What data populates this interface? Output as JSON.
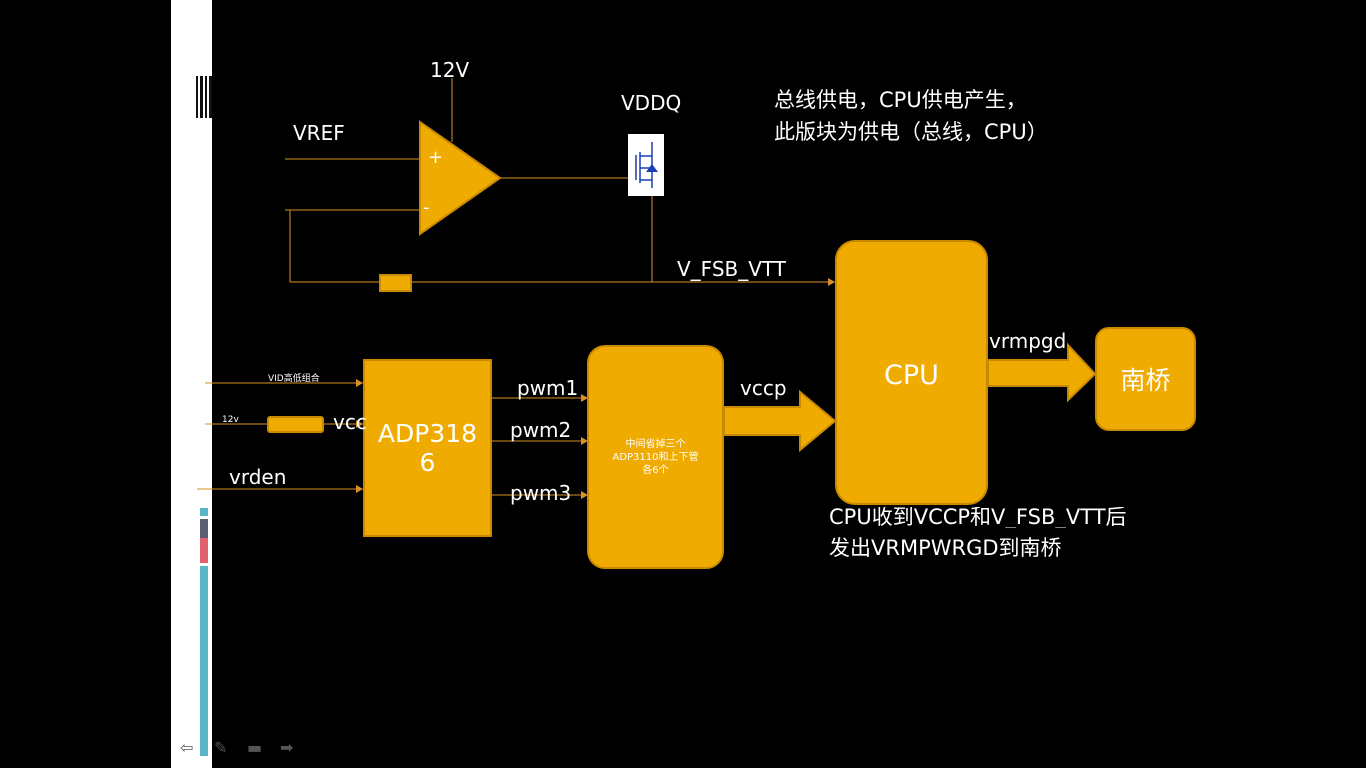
{
  "slide": {
    "title_text": [
      "总线供电，CPU供电产生，",
      "此版块为供电（总线，CPU）"
    ],
    "note_text": [
      "CPU收到VCCP和V_FSB_VTT后",
      "发出VRMPWRGD到南桥"
    ]
  },
  "labels": {
    "v12_top": "12V",
    "vddq": "VDDQ",
    "vref": "VREF",
    "opamp_plus": "+",
    "opamp_minus": "-",
    "v_fsb_vtt": "V_FSB_VTT",
    "vid": "VID高低组合",
    "v12_small": "12v",
    "vcc": "vcc",
    "vrden": "vrden",
    "pwm1": "pwm1",
    "pwm2": "pwm2",
    "pwm3": "pwm3",
    "vccp": "vccp",
    "vrmpgd": "vrmpgd"
  },
  "blocks": {
    "adp3186_line1": "ADP318",
    "adp3186_line2": "6",
    "mosfet_block": [
      "中间省掉三个",
      "ADP3110和上下管",
      "各6个"
    ],
    "cpu": "CPU",
    "southbridge": "南桥"
  },
  "colors": {
    "block": "#f0ab00",
    "block_border": "#c98a00",
    "wire": "#d98f2a",
    "text": "#ffffff",
    "progress_teal": "#5bb5c8",
    "progress_red": "#e0606e",
    "progress_slate": "#5a5f73"
  },
  "nav": {
    "icons": [
      "back-arrow-icon",
      "pen-icon",
      "screen-icon",
      "forward-arrow-icon"
    ]
  }
}
